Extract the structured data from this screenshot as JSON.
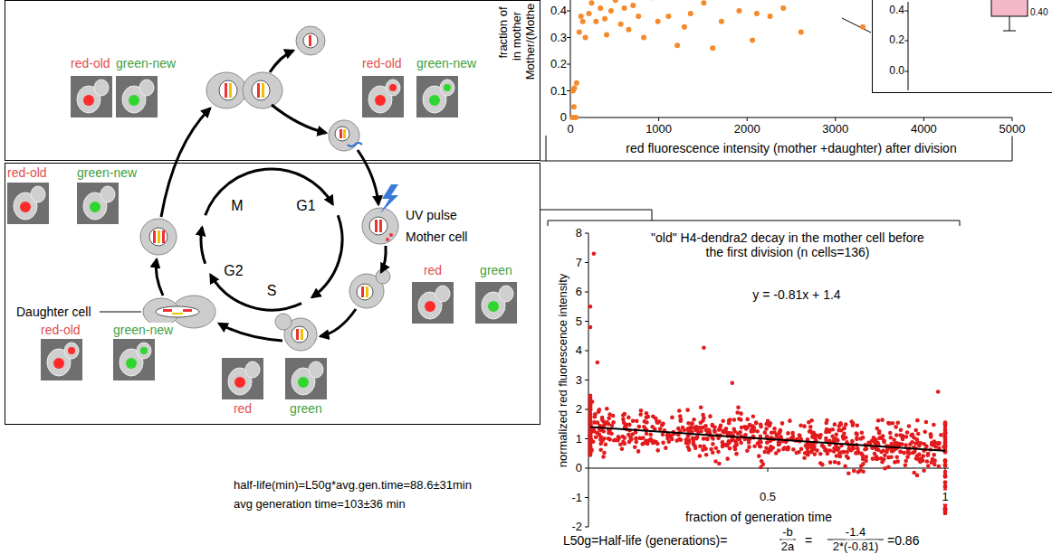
{
  "diagram": {
    "nodes": [
      {
        "text": [
          "red-old",
          "green-new",
          "red-old",
          "green-new"
        ]
      },
      {
        "text": [
          "red-old",
          "green-new",
          "M",
          "G1",
          "UV pulse",
          "Mother cell",
          "red",
          "green",
          "G2",
          "S",
          "Daughter cell",
          "red-old",
          "green-new",
          "red",
          "green"
        ]
      },
      {
        "text": [
          "0.4",
          "0.2",
          "0.0",
          "0.40"
        ]
      }
    ],
    "labels": [
      "fraction of",
      "in mother",
      "Mother/(Mothe",
      "0.4",
      "0.3",
      "0.2",
      "0.1",
      "0",
      "0",
      "1000",
      "2000",
      "3000",
      "4000",
      "5000",
      "red fluorescence intensity (mother +daughter) after division",
      "\"old\" H4-dendra2 decay in the mother cell before the first division (n cells=136)",
      "normalized red fluorescence intensity",
      "8",
      "7",
      "6",
      "5",
      "4",
      "3",
      "2",
      "1",
      "0",
      "-1",
      "-2",
      "y = -0.81x + 1.4",
      "0.5",
      "1",
      "fraction of generation time",
      "half-life(min)=L50g*avg.gen.time=88.6±31min",
      "avg generation time=103±36 min",
      "L50g=Half-life (generations)=",
      "-b",
      "2a",
      "=",
      "-1.4",
      "2*(-0.81)",
      "=0.86"
    ]
  }
}
